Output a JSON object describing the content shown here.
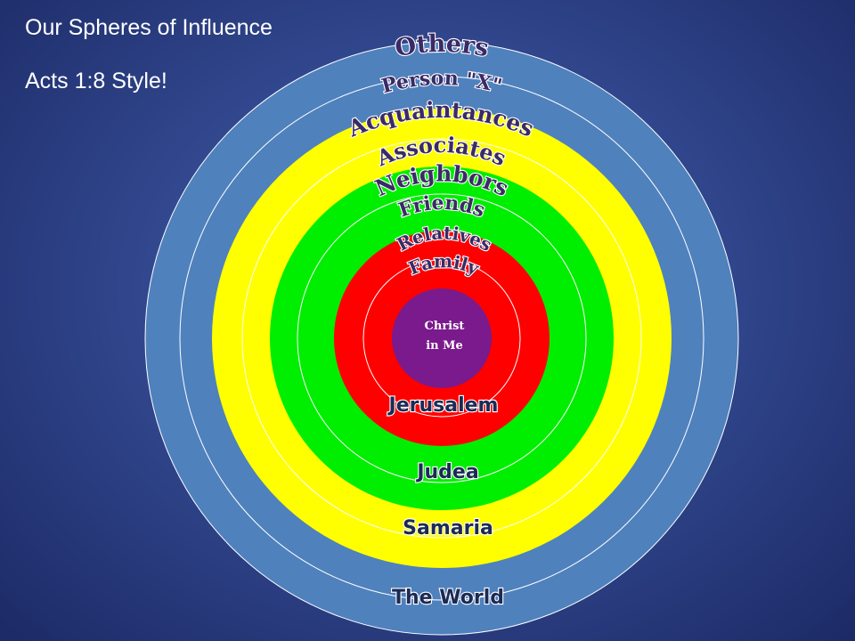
{
  "slide": {
    "title": "Our Spheres of Influence",
    "subtitle": "Acts 1:8 Style!"
  },
  "diagram": {
    "center": {
      "line1": "Christ",
      "line2": "in Me",
      "color": "#7a1a8c"
    },
    "colors": {
      "world": "#4f81bd",
      "samaria": "#ffff00",
      "judea": "#00ee00",
      "jerusalem": "#ff0000",
      "ring_line": "#ffffff",
      "background": "#32488f"
    },
    "arc_labels": {
      "others": "Others",
      "person_x": "Person \"X\"",
      "acquaintances": "Acquaintances",
      "associates": "Associates",
      "neighbors": "Neighbors",
      "friends": "Friends",
      "relatives": "Relatives",
      "family": "Family"
    },
    "region_labels": {
      "jerusalem": "Jerusalem",
      "judea": "Judea",
      "samaria": "Samaria",
      "world": "The World"
    }
  }
}
